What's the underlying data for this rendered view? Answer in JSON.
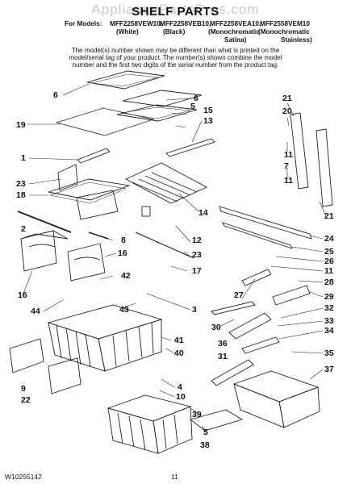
{
  "watermark": "AppliancePartsPros.com",
  "title": "SHELF PARTS",
  "models": {
    "prefix": "For Models:",
    "list": [
      "MFF2258VEW10,",
      "MFF2258VEB10,",
      "MFF2258VEA10,",
      "MFF2558VEM10"
    ],
    "variants": [
      "(White)",
      "(Black)",
      "(Monochromatic",
      "(Monochromatic"
    ],
    "variants2": [
      "Satina)",
      "Stainless)"
    ]
  },
  "note": [
    "The model(s) number shown may be different than what is printed on the",
    "model/serial tag of your product. The number(s) shown combine the model",
    "number and the first two digits of the serial number from the product tag."
  ],
  "callouts": [
    "6",
    "6",
    "5",
    "15",
    "13",
    "19",
    "1",
    "23",
    "18",
    "14",
    "2",
    "8",
    "12",
    "16",
    "23",
    "17",
    "16",
    "42",
    "44",
    "43",
    "3",
    "9",
    "22",
    "41",
    "40",
    "36",
    "31",
    "4",
    "10",
    "39",
    "5",
    "38",
    "21",
    "20",
    "11",
    "7",
    "11",
    "21",
    "24",
    "25",
    "26",
    "11",
    "27",
    "28",
    "29",
    "30",
    "32",
    "33",
    "34",
    "35",
    "37"
  ],
  "footer": {
    "doc_id": "W10255142",
    "page": "11"
  }
}
